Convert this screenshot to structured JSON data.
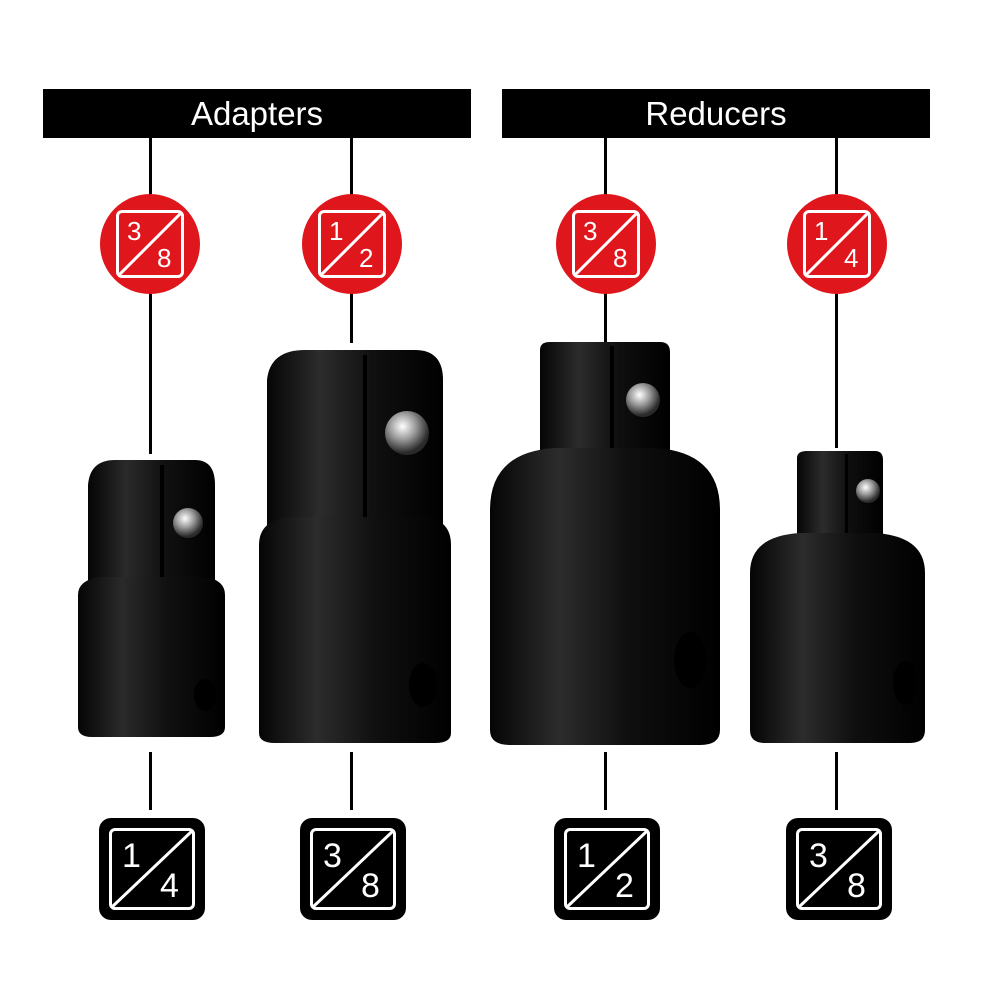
{
  "headers": {
    "left": "Adapters",
    "right": "Reducers"
  },
  "colors": {
    "red_badge": "#e0161d",
    "black": "#000000",
    "background": "#ffffff"
  },
  "items": [
    {
      "top_num": "3",
      "top_den": "8",
      "bottom_num": "1",
      "bottom_den": "4"
    },
    {
      "top_num": "1",
      "top_den": "2",
      "bottom_num": "3",
      "bottom_den": "8"
    },
    {
      "top_num": "3",
      "top_den": "8",
      "bottom_num": "1",
      "bottom_den": "2"
    },
    {
      "top_num": "1",
      "top_den": "4",
      "bottom_num": "3",
      "bottom_den": "8"
    }
  ]
}
